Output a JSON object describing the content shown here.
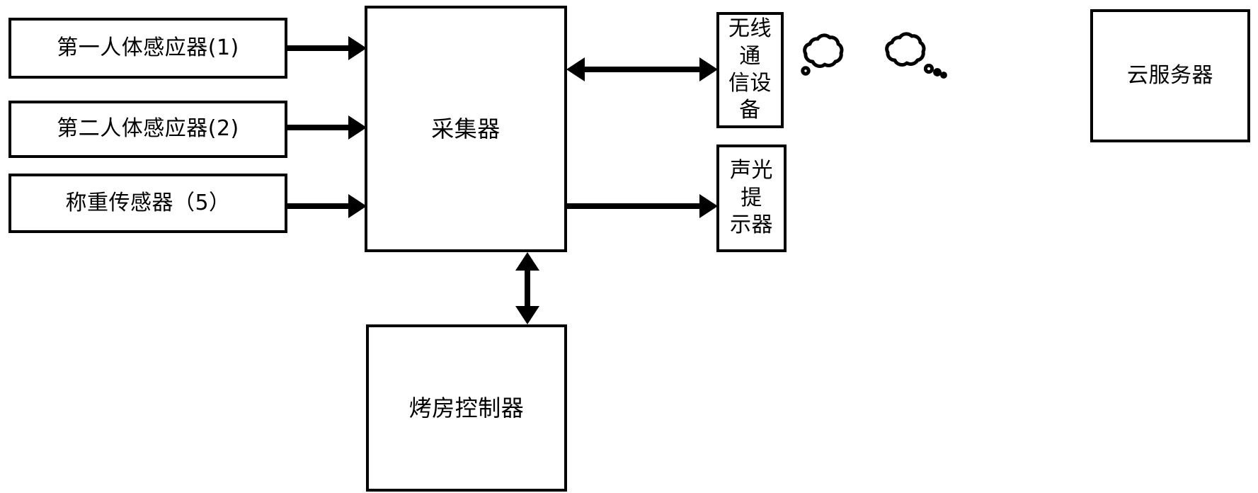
{
  "diagram": {
    "type": "block-diagram",
    "title": "",
    "language": "zh-CN",
    "background_color": "#ffffff",
    "line_color": "#000000",
    "nodes": [
      {
        "id": "sensor1",
        "label": "第一人体感应器(1)"
      },
      {
        "id": "sensor2",
        "label": "第二人体感应器(2)"
      },
      {
        "id": "weight",
        "label": "称重传感器（5）"
      },
      {
        "id": "collector",
        "label": "采集器"
      },
      {
        "id": "wireless",
        "label": "无线通\n信设备"
      },
      {
        "id": "alarm",
        "label": "声光提\n示器"
      },
      {
        "id": "cloud_server",
        "label": "云服务器"
      },
      {
        "id": "kiln",
        "label": "烤房控制器"
      }
    ],
    "connections": [
      {
        "from": "sensor1",
        "to": "collector",
        "direction": "one-way"
      },
      {
        "from": "sensor2",
        "to": "collector",
        "direction": "one-way"
      },
      {
        "from": "weight",
        "to": "collector",
        "direction": "one-way"
      },
      {
        "from": "collector",
        "to": "wireless",
        "direction": "two-way"
      },
      {
        "from": "collector",
        "to": "alarm",
        "direction": "one-way"
      },
      {
        "from": "collector",
        "to": "kiln",
        "direction": "two-way"
      },
      {
        "from": "wireless",
        "to": "cloud_server",
        "direction": "wireless-link"
      }
    ],
    "symbols": [
      {
        "id": "cloud_bubble_1",
        "name": "thought-cloud",
        "dots": 1
      },
      {
        "id": "cloud_bubble_2",
        "name": "thought-cloud",
        "dots": 3
      }
    ]
  }
}
